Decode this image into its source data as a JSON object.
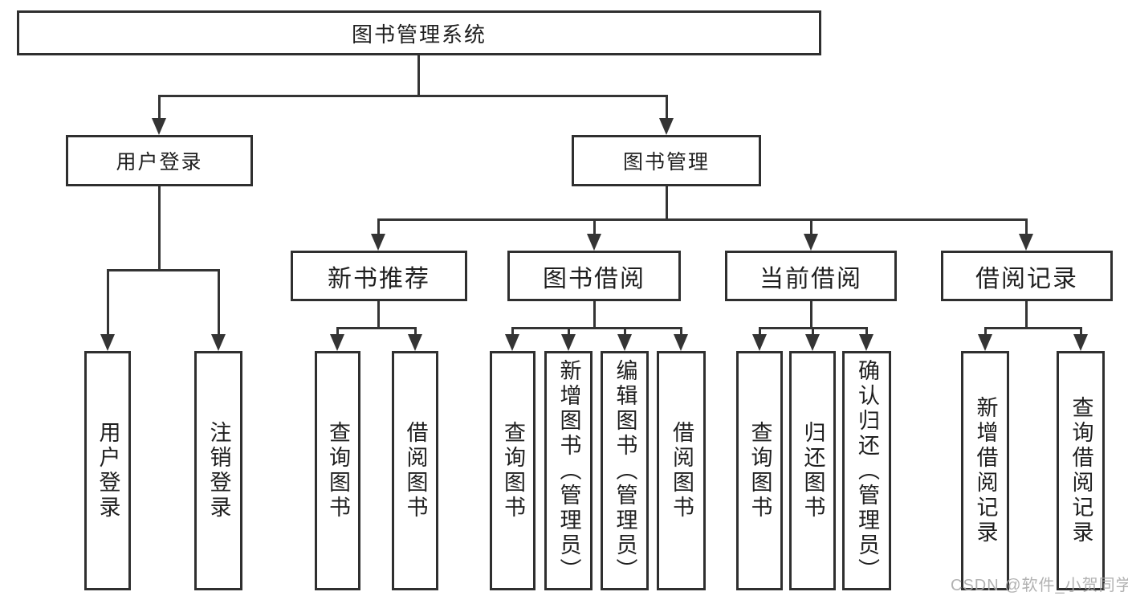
{
  "diagram_title": "图书管理系统",
  "tree": {
    "label": "图书管理系统",
    "children": [
      {
        "label": "用户登录",
        "children": [
          {
            "label": "用户登录"
          },
          {
            "label": "注销登录"
          }
        ]
      },
      {
        "label": "图书管理",
        "children": [
          {
            "label": "新书推荐",
            "children": [
              {
                "label": "查询图书"
              },
              {
                "label": "借阅图书"
              }
            ]
          },
          {
            "label": "图书借阅",
            "children": [
              {
                "label": "查询图书"
              },
              {
                "label": "新增图书（管理员）"
              },
              {
                "label": "编辑图书（管理员）"
              },
              {
                "label": "借阅图书"
              }
            ]
          },
          {
            "label": "当前借阅",
            "children": [
              {
                "label": "查询图书"
              },
              {
                "label": "归还图书"
              },
              {
                "label": "确认归还（管理员）"
              }
            ]
          },
          {
            "label": "借阅记录",
            "children": [
              {
                "label": "新增借阅记录"
              },
              {
                "label": "查询借阅记录"
              }
            ]
          }
        ]
      }
    ]
  },
  "watermark": {
    "text": "CSDN @软件_小贺同学"
  },
  "colors": {
    "line": "#343434",
    "box_border": "#2f2f2f",
    "text": "#1f1f1f",
    "watermark": "#aaaaaa",
    "background": "#ffffff"
  }
}
